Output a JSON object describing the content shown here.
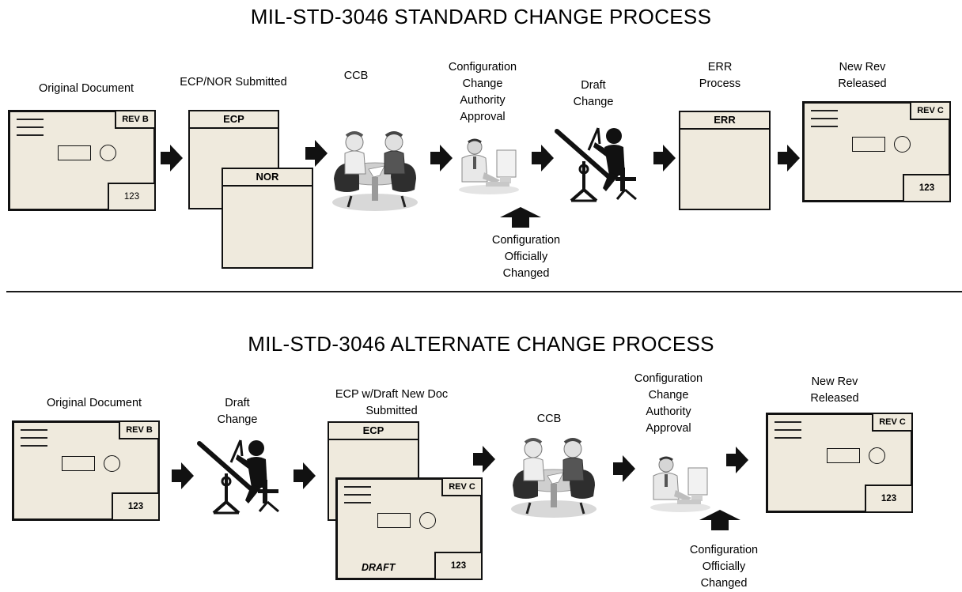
{
  "standard": {
    "title": "MIL-STD-3046 STANDARD CHANGE PROCESS",
    "steps": {
      "original_document": "Original Document",
      "ecp_nor_submitted": "ECP/NOR Submitted",
      "ccb": "CCB",
      "approval_1": "Configuration",
      "approval_2": "Change",
      "approval_3": "Authority",
      "approval_4": "Approval",
      "draft_1": "Draft",
      "draft_2": "Change",
      "err_1": "ERR",
      "err_2": "Process",
      "new_rev_1": "New Rev",
      "new_rev_2": "Released"
    },
    "official_1": "Configuration",
    "official_2": "Officially",
    "official_3": "Changed",
    "doc_original": {
      "rev": "REV B",
      "number": "123"
    },
    "ecp_form": "ECP",
    "nor_form": "NOR",
    "err_form": "ERR",
    "doc_new": {
      "rev": "REV C",
      "number": "123"
    }
  },
  "alternate": {
    "title": "MIL-STD-3046 ALTERNATE CHANGE PROCESS",
    "steps": {
      "original_document": "Original Document",
      "draft_1": "Draft",
      "draft_2": "Change",
      "ecp_draft_1": "ECP w/Draft New Doc",
      "ecp_draft_2": "Submitted",
      "ccb": "CCB",
      "approval_1": "Configuration",
      "approval_2": "Change",
      "approval_3": "Authority",
      "approval_4": "Approval",
      "new_rev_1": "New Rev",
      "new_rev_2": "Released"
    },
    "official_1": "Configuration",
    "official_2": "Officially",
    "official_3": "Changed",
    "doc_original": {
      "rev": "REV B",
      "number": "123"
    },
    "ecp_form": "ECP",
    "doc_draft": {
      "rev": "REV C",
      "number": "123",
      "watermark": "DRAFT"
    },
    "doc_new": {
      "rev": "REV C",
      "number": "123"
    }
  },
  "icons": {
    "arrow": "right-arrow-icon",
    "up_arrow": "up-arrow-icon",
    "ccb": "ccb-meeting-icon",
    "approval": "approver-at-computer-icon",
    "draft": "drafter-at-table-icon"
  },
  "colors": {
    "document_fill": "#efeadd",
    "outline": "#111111"
  }
}
